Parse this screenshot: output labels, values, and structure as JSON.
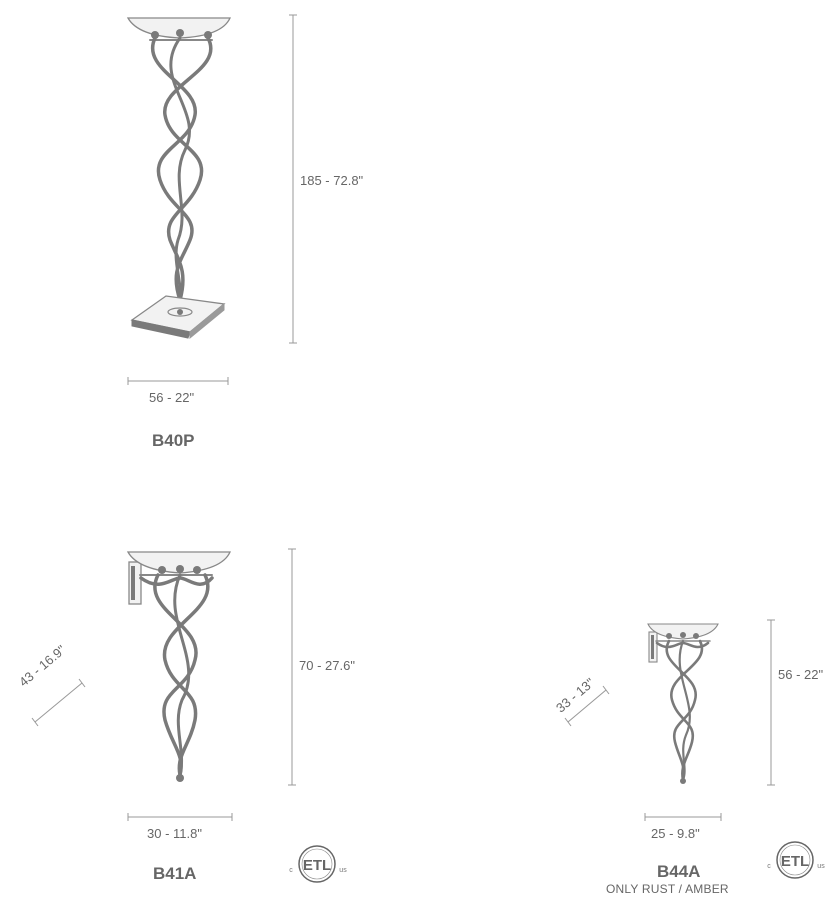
{
  "products": [
    {
      "code": "B40P",
      "height_label": "185 - 72.8\"",
      "width_label": "56 - 22\"",
      "depth_label": ""
    },
    {
      "code": "B41A",
      "height_label": "70 - 27.6\"",
      "width_label": "30 - 11.8\"",
      "depth_label": "43 - 16.9\""
    },
    {
      "code": "B44A",
      "height_label": "56 - 22\"",
      "width_label": "25 - 9.8\"",
      "depth_label": "33 - 13\"",
      "note": "ONLY RUST / AMBER"
    }
  ],
  "certification": {
    "mark": "ETL",
    "left": "c",
    "right": "us"
  },
  "colors": {
    "line": "#888888",
    "fixture": "#7a7a7a",
    "text": "#666666"
  }
}
